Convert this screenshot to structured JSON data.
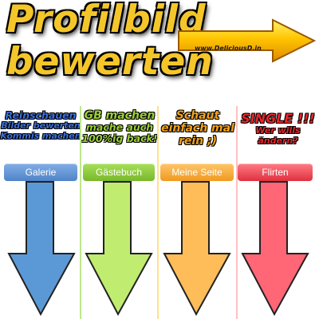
{
  "title": {
    "line1": "Profilbild",
    "line2": "bewerten"
  },
  "banner": {
    "watermark": "www.DeliciousD.in",
    "arrow_color": "#f5a300"
  },
  "columns": [
    {
      "lines": [
        "Reinschauen",
        "Bilder bewerten",
        "Kommis machen"
      ],
      "button_label": "Galerie",
      "text_color": "#3d6fd6",
      "button_color": "#5b8ed4",
      "arrow_color": "#5b99d6"
    },
    {
      "lines": [
        "GB machen",
        "mache auch",
        "100%ig back!"
      ],
      "button_label": "Gästebuch",
      "text_color": "#9bd035",
      "button_color": "#8fca3c",
      "arrow_color": "#c0ec70"
    },
    {
      "lines": [
        "Schaut",
        "einfach mal",
        "rein ;)"
      ],
      "button_label": "Meine Seite",
      "text_color": "#f5a21a",
      "button_color": "#f5ad3c",
      "arrow_color": "#ffbd5a"
    },
    {
      "lines": [
        "SINGLE !!!",
        "Wer wills",
        "ändern?"
      ],
      "button_label": "Flirten",
      "text_color": "#e8262b",
      "button_color": "#ee4a55",
      "arrow_color": "#ff6676"
    }
  ]
}
